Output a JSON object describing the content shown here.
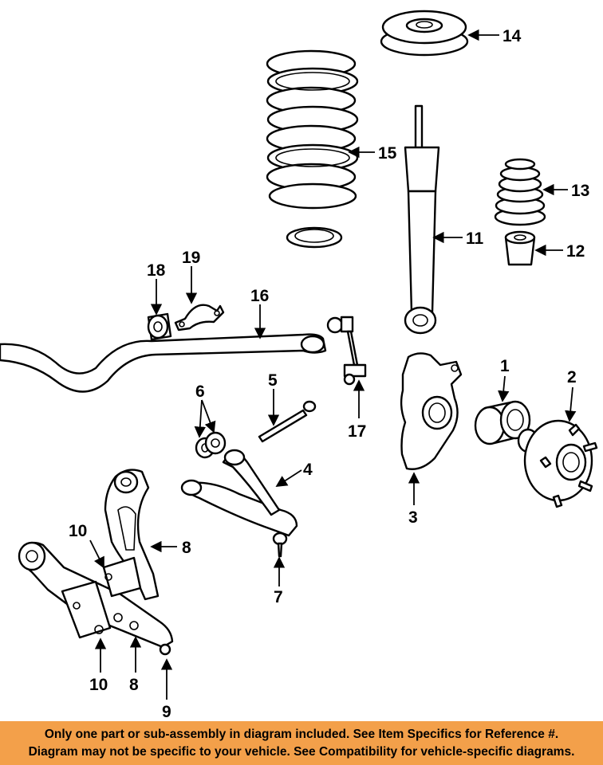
{
  "callouts": {
    "c1": "1",
    "c2": "2",
    "c3": "3",
    "c4": "4",
    "c5": "5",
    "c6": "6",
    "c7": "7",
    "c8a": "8",
    "c8b": "8",
    "c9": "9",
    "c10a": "10",
    "c10b": "10",
    "c11": "11",
    "c12": "12",
    "c13": "13",
    "c14": "14",
    "c15": "15",
    "c16": "16",
    "c17": "17",
    "c18": "18",
    "c19": "19"
  },
  "banner": {
    "line1": "Only one part or sub-assembly in diagram included. See Item Specifics for Reference #.",
    "line2": "Diagram may not be specific to your vehicle. See Compatibility for vehicle-specific diagrams.",
    "color": "#f3a04a"
  }
}
